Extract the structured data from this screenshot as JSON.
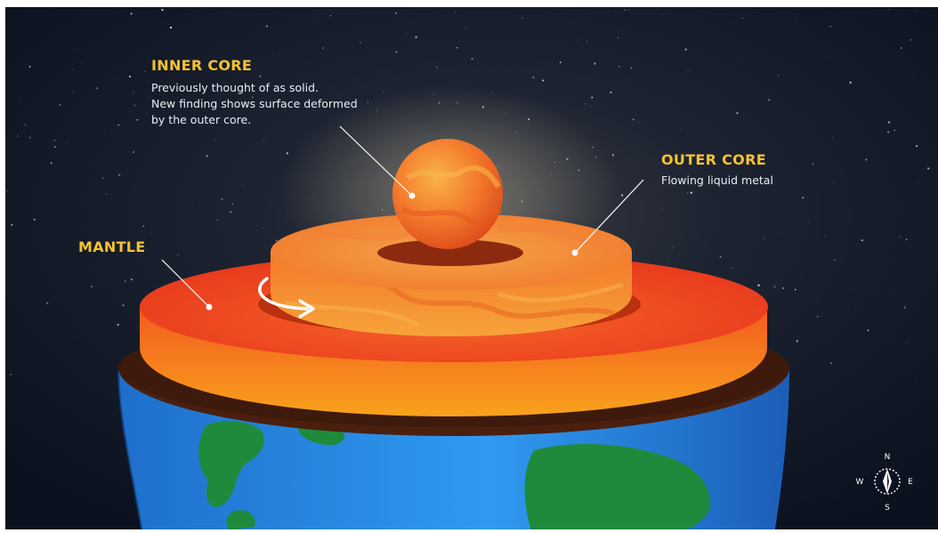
{
  "labels": {
    "inner_core": {
      "title": "INNER CORE",
      "lines": [
        "Previously thought of as solid.",
        "New finding shows surface deformed",
        "by the outer core."
      ]
    },
    "outer_core": {
      "title": "OUTER CORE",
      "lines": [
        "Flowing liquid metal"
      ]
    },
    "mantle": {
      "title": "MANTLE"
    }
  },
  "compass": {
    "north": "N",
    "east": "E",
    "south": "S",
    "west": "W"
  },
  "colors": {
    "label_title": "#f6c232",
    "label_text": "#e9eef5",
    "space": "#0f1626",
    "ocean": "#2b8fe3",
    "land": "#1f8a3b",
    "mantle": "#f0521e",
    "outer_core": "#f38a28",
    "inner_core": "#f06a1c"
  }
}
